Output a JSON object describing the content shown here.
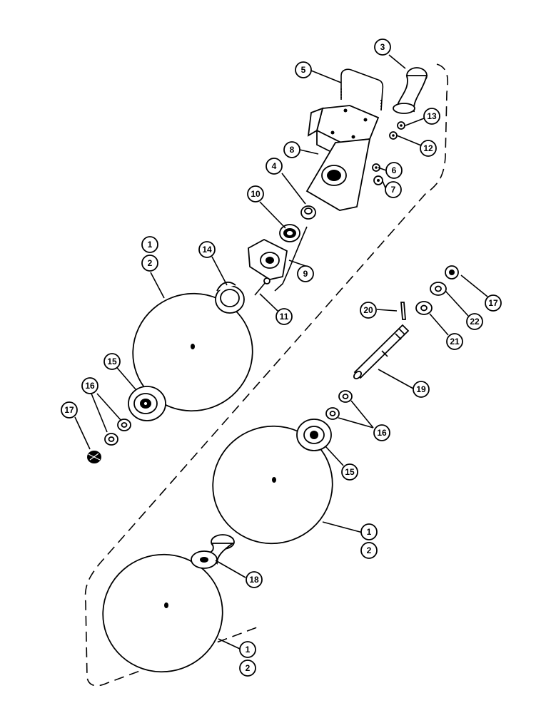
{
  "callouts": {
    "c1": "1",
    "c2": "2",
    "c3": "3",
    "c4": "4",
    "c5": "5",
    "c6": "6",
    "c7": "7",
    "c8": "8",
    "c9": "9",
    "c10": "10",
    "c11": "11",
    "c12": "12",
    "c13": "13",
    "c14": "14",
    "c15": "15",
    "c16": "16",
    "c17": "17",
    "c18": "18",
    "c19": "19",
    "c20": "20",
    "c21": "21",
    "c22": "22"
  },
  "colors": {
    "ink": "#000000",
    "paper": "#ffffff"
  }
}
